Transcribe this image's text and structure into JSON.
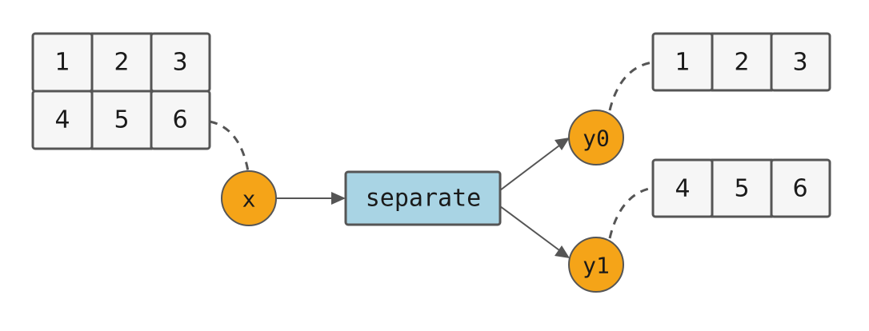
{
  "input_matrix": {
    "rows": [
      [
        "1",
        "2",
        "3"
      ],
      [
        "4",
        "5",
        "6"
      ]
    ]
  },
  "output_y0": {
    "cells": [
      "1",
      "2",
      "3"
    ]
  },
  "output_y1": {
    "cells": [
      "4",
      "5",
      "6"
    ]
  },
  "nodes": {
    "x": "x",
    "y0": "y0",
    "y1": "y1"
  },
  "function": {
    "label": "separate"
  },
  "colors": {
    "node_fill": "#f5a418",
    "function_fill": "#a9d4e4",
    "cell_fill": "#f6f6f6",
    "stroke": "#555555"
  }
}
